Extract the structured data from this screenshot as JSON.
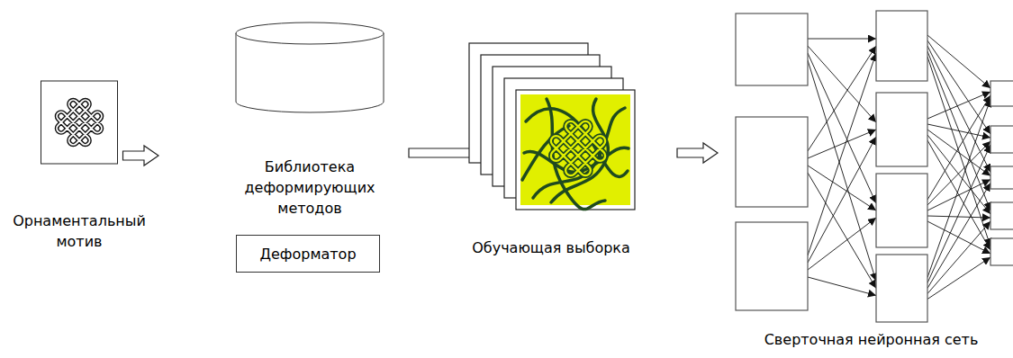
{
  "diagram": {
    "nodes": [
      {
        "text": [
          "Орнаментальный мотив"
        ]
      },
      {
        "text": [
          "Библиотека деформирующих методов"
        ]
      },
      {
        "text": [
          "Деформатор"
        ]
      },
      {
        "text": [
          "Обучающая выборка"
        ]
      },
      {
        "text": [
          "Сверточная нейронная сеть"
        ]
      }
    ],
    "edges": [
      {
        "from": 0,
        "to": 1,
        "arrow": "to"
      },
      {
        "from": 1,
        "to": 3,
        "arrow": "to"
      },
      {
        "from": 3,
        "to": 4,
        "arrow": "to"
      }
    ]
  }
}
